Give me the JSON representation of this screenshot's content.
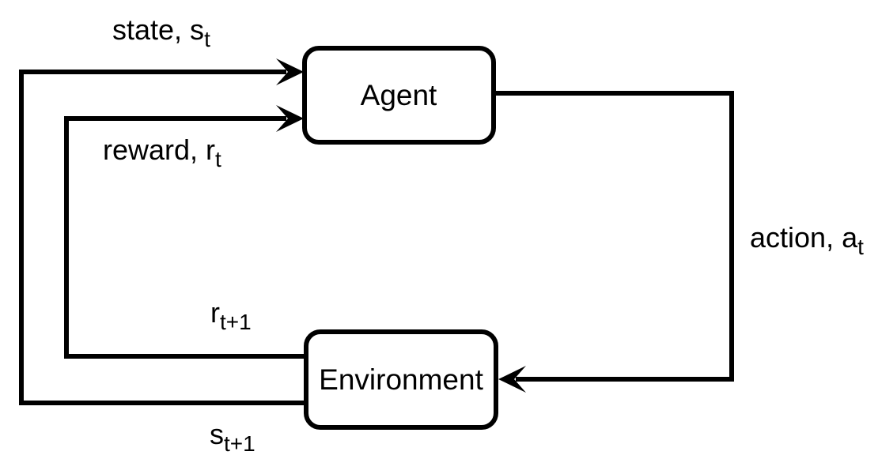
{
  "diagram": {
    "title": "agent-environment-loop",
    "background_color": "#ffffff",
    "line_color": "#000000",
    "node_fill_color": "#ffffff",
    "nodes": {
      "agent": {
        "label": "Agent"
      },
      "environment": {
        "label": "Environment"
      }
    },
    "labels": {
      "state": {
        "text": "state, s",
        "sub": "t"
      },
      "reward": {
        "text": "reward, r",
        "sub": "t"
      },
      "action": {
        "text": "action, a",
        "sub": "t"
      },
      "next_reward": {
        "text": "r",
        "sub": "t+1"
      },
      "next_state": {
        "text": "s",
        "sub": "t+1"
      }
    },
    "edges": [
      {
        "name": "state-edge",
        "from": "environment",
        "to": "agent"
      },
      {
        "name": "reward-edge",
        "from": "environment",
        "to": "agent"
      },
      {
        "name": "action-edge",
        "from": "agent",
        "to": "environment"
      }
    ]
  }
}
